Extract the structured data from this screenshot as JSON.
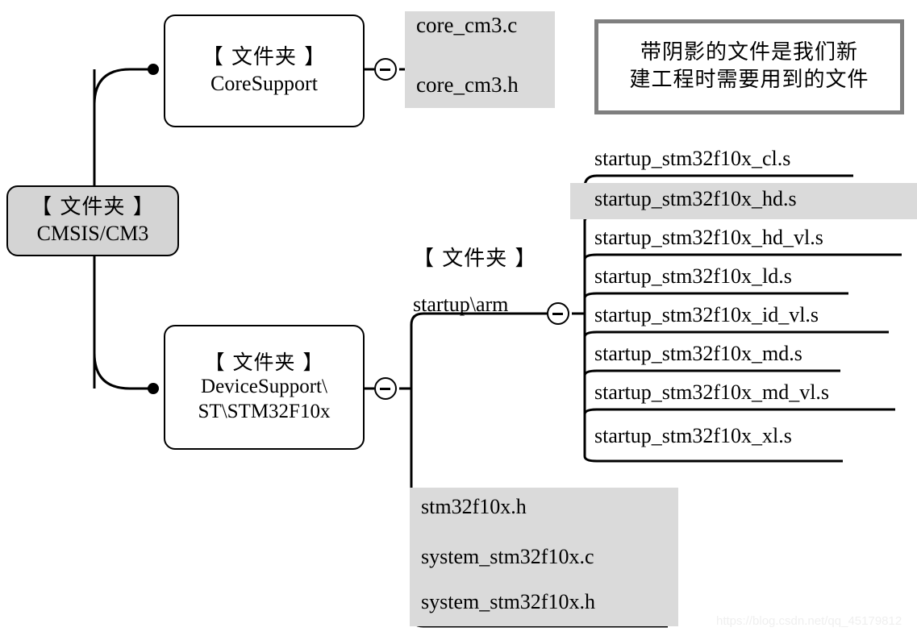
{
  "diagram": {
    "title": "CMSIS/CM3 folder structure tree",
    "colors": {
      "shade": "#dadada",
      "node_shade": "#d4d4d4",
      "stroke": "#000000",
      "legend_border": "#7f7f7f",
      "watermark": "#efefef"
    }
  },
  "legend": {
    "name": "legend-note",
    "lines": [
      "带阴影的文件是我们新",
      "建工程时需要用到的文件"
    ]
  },
  "root": {
    "name": "cmsis-cm3-folder",
    "lines": [
      "【 文件夹 】",
      "CMSIS/CM3"
    ],
    "shaded": true
  },
  "branches": [
    {
      "name": "core-support-folder",
      "lines": [
        "【 文件夹 】",
        "CoreSupport"
      ],
      "shaded": false,
      "toggle": "minus",
      "children_shaded": true,
      "children": [
        {
          "name": "file-core-cm3-c",
          "label": "core_cm3.c",
          "shaded": true
        },
        {
          "name": "file-core-cm3-h",
          "label": "core_cm3.h",
          "shaded": true
        }
      ]
    },
    {
      "name": "device-support-folder",
      "lines": [
        "【 文件夹 】",
        "DeviceSupport\\",
        "ST\\STM32F10x"
      ],
      "shaded": false,
      "toggle": "minus",
      "children": [
        {
          "name": "startup-arm-folder",
          "lines": [
            "【 文件夹 】",
            "startup\\arm"
          ],
          "toggle": "minus",
          "children": [
            {
              "name": "file-startup-cl",
              "label": "startup_stm32f10x_cl.s",
              "shaded": false
            },
            {
              "name": "file-startup-hd",
              "label": "startup_stm32f10x_hd.s",
              "shaded": true
            },
            {
              "name": "file-startup-hd-vl",
              "label": "startup_stm32f10x_hd_vl.s",
              "shaded": false
            },
            {
              "name": "file-startup-ld",
              "label": "startup_stm32f10x_ld.s",
              "shaded": false
            },
            {
              "name": "file-startup-id-vl",
              "label": "startup_stm32f10x_id_vl.s",
              "shaded": false
            },
            {
              "name": "file-startup-md",
              "label": "startup_stm32f10x_md.s",
              "shaded": false
            },
            {
              "name": "file-startup-md-vl",
              "label": "startup_stm32f10x_md_vl.s",
              "shaded": false
            },
            {
              "name": "file-startup-xl",
              "label": "startup_stm32f10x_xl.s",
              "shaded": false
            }
          ]
        },
        {
          "name": "file-stm32f10x-h",
          "label": "stm32f10x.h",
          "shaded": true
        },
        {
          "name": "file-system-stm32f10x-c",
          "label": "system_stm32f10x.c",
          "shaded": true
        },
        {
          "name": "file-system-stm32f10x-h",
          "label": "system_stm32f10x.h",
          "shaded": true
        }
      ]
    }
  ],
  "watermark": {
    "name": "watermark",
    "text": "https://blog.csdn.net/qq_45179812"
  }
}
